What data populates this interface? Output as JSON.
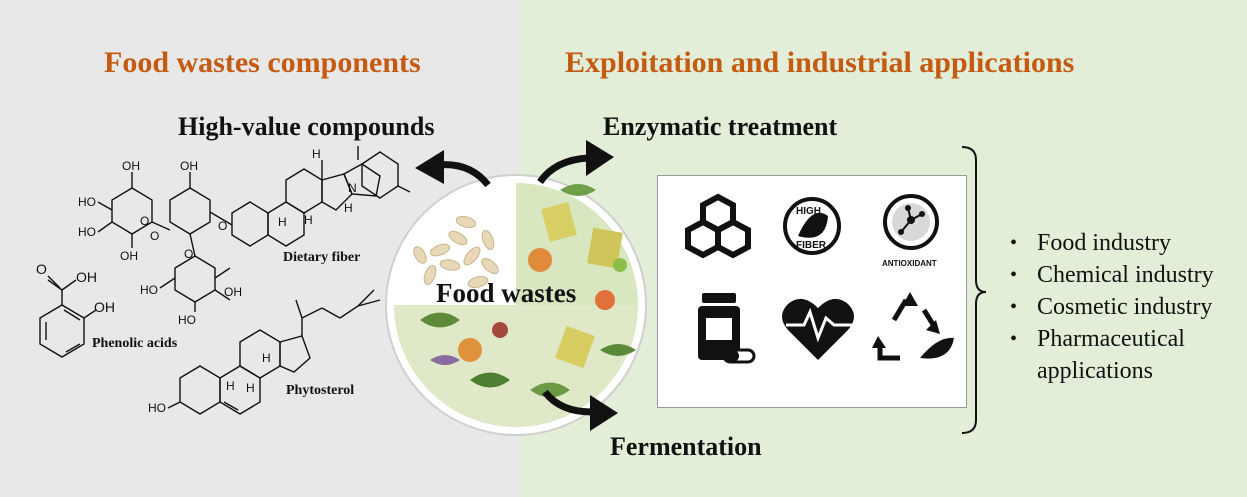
{
  "titles": {
    "left": "Food wastes components",
    "right": "Exploitation and industrial applications"
  },
  "labels": {
    "high_value": "High-value compounds",
    "enzymatic": "Enzymatic treatment",
    "fermentation": "Fermentation",
    "food_wastes": "Food wastes"
  },
  "chemicals": {
    "dietary_fiber": "Dietary fiber",
    "phenolic_acids": "Phenolic acids",
    "phytosterol": "Phytosterol"
  },
  "icons": {
    "high_fiber_text": "HIGH",
    "fiber_text": "FIBER",
    "antioxidant_text": "ANTIOXIDANT"
  },
  "applications": [
    "Food industry",
    "Chemical industry",
    "Cosmetic industry",
    "Pharmaceutical applications"
  ],
  "colors": {
    "title": "#c55a11",
    "left_bg": "#e8e8e8",
    "right_bg": "#e2eed8"
  }
}
